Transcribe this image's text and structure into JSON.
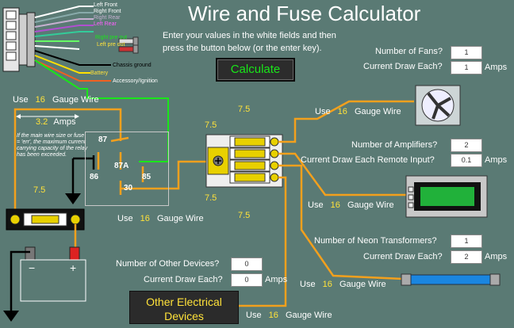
{
  "title": "Wire and Fuse Calculator",
  "instructions": [
    "Enter your values in the white fields and then",
    "press the button below (or the enter key)."
  ],
  "calculate_label": "Calculate",
  "harness": {
    "labels": [
      "Left Front",
      "Right Front",
      "Right Rear",
      "Left Rear",
      "Right pre out",
      "Left pre out",
      "Chassis ground",
      "Battery",
      "Accessory/Ignition"
    ]
  },
  "main_wire": {
    "use": "Use",
    "gauge": "16",
    "suffix": "Gauge Wire",
    "amps_value": "3.2",
    "amps_label": "Amps"
  },
  "warning_text": "If the main wire size or fuse = 'err', the maximum current carrying capacity of the relay has been exceeded.",
  "relay": {
    "pin87": "87",
    "pin87a": "87A",
    "pin86": "86",
    "pin85": "85",
    "pin30": "30"
  },
  "main_fuse": "7.5",
  "battery": {
    "neg": "−",
    "pos": "+"
  },
  "relay_wire": {
    "use": "Use",
    "gauge": "16",
    "suffix": "Gauge Wire"
  },
  "fuse_block": {
    "fuses": [
      "7.5",
      "7.5",
      "7.5",
      "7.5"
    ]
  },
  "fans": {
    "count_label": "Number of Fans?",
    "count_value": "1",
    "draw_label": "Current Draw Each?",
    "draw_value": "1",
    "unit": "Amps",
    "wire_use": "Use",
    "wire_gauge": "16",
    "wire_suffix": "Gauge Wire"
  },
  "amps": {
    "count_label": "Number of Amplifiers?",
    "count_value": "2",
    "draw_label": "Current Draw Each Remote Input?",
    "draw_value": "0.1",
    "unit": "Amps",
    "wire_use": "Use",
    "wire_gauge": "16",
    "wire_suffix": "Gauge Wire"
  },
  "neon": {
    "count_label": "Number of Neon Transformers?",
    "count_value": "1",
    "draw_label": "Current Draw Each?",
    "draw_value": "2",
    "unit": "Amps",
    "wire_use": "Use",
    "wire_gauge": "16",
    "wire_suffix": "Gauge Wire"
  },
  "other": {
    "count_label": "Number of Other Devices?",
    "count_value": "0",
    "draw_label": "Current Draw Each?",
    "draw_value": "0",
    "unit": "Amps",
    "box_line1": "Other Electrical",
    "box_line2": "Devices",
    "wire_use": "Use",
    "wire_gauge": "16",
    "wire_suffix": "Gauge Wire"
  }
}
